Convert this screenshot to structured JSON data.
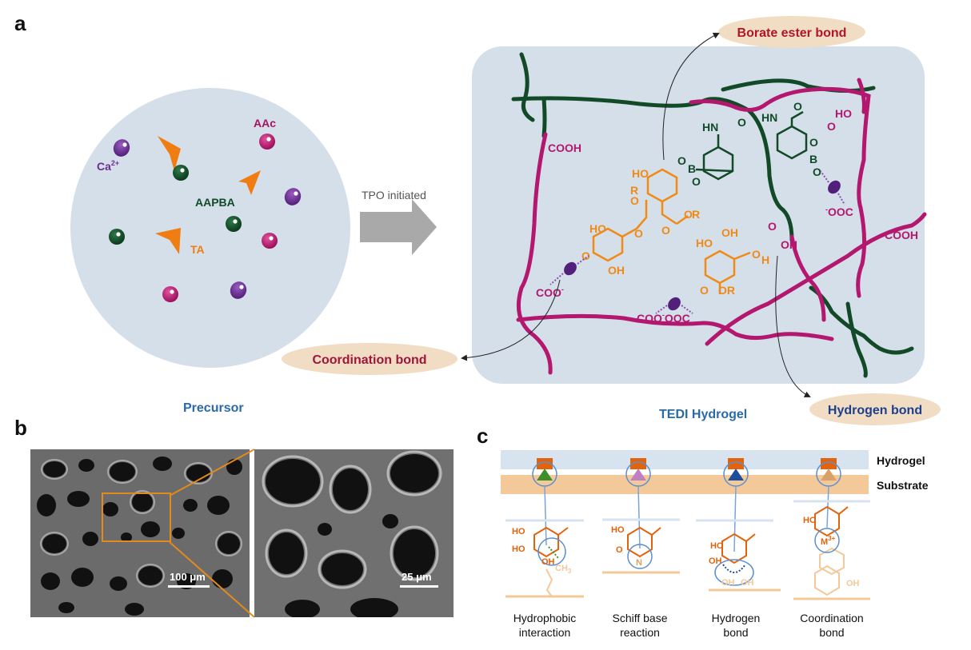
{
  "panels": {
    "a": "a",
    "b": "b",
    "c": "c"
  },
  "panel_a": {
    "precursor_labels": {
      "ca": "Ca",
      "ca_sup": "2+",
      "aac": "AAc",
      "aapba": "AAPBA",
      "ta": "TA"
    },
    "precursor_title": "Precursor",
    "arrow_label": "TPO initiated",
    "hydrogel_title": "TEDI Hydrogel",
    "callouts": {
      "borate": "Borate ester bond",
      "coordination": "Coordination bond",
      "hydrogen": "Hydrogen bond"
    },
    "chem": {
      "cooh": "COOH",
      "hn": "HN",
      "b": "B",
      "o": "O",
      "oh": "OH",
      "ho": "HO",
      "r": "R",
      "h": "H",
      "coo_minus": "COO",
      "minus": "-",
      "ooc": "OOC",
      "coo_ooc": "COO",
      "or": "OR"
    },
    "colors": {
      "bg_circle": "#d4dfea",
      "bg_box": "#d4dfea",
      "magenta": "#b3176e",
      "dark_green": "#124a27",
      "orange": "#f08a17",
      "purple": "#6b2d8f",
      "blue_title": "#2a6aa8",
      "callout_bg": "#f1dcc4",
      "borate_text": "#b0162a",
      "coord_text": "#a0153a",
      "hydrogen_text": "#1e3f8a"
    }
  },
  "panel_b": {
    "scale_left": "100 μm",
    "scale_right": "25 μm"
  },
  "panel_c": {
    "hydrogel_label": "Hydrogel",
    "substrate_label": "Substrate",
    "captions": [
      "Hydrophobic interaction",
      "Schiff base reaction",
      "Hydrogen bond",
      "Coordination bond"
    ],
    "chem": {
      "ho": "HO",
      "oh": "OH",
      "o": "O",
      "n": "N",
      "ch3": "CH",
      "three": "3",
      "m": "M",
      "m_sup": "3+"
    }
  }
}
